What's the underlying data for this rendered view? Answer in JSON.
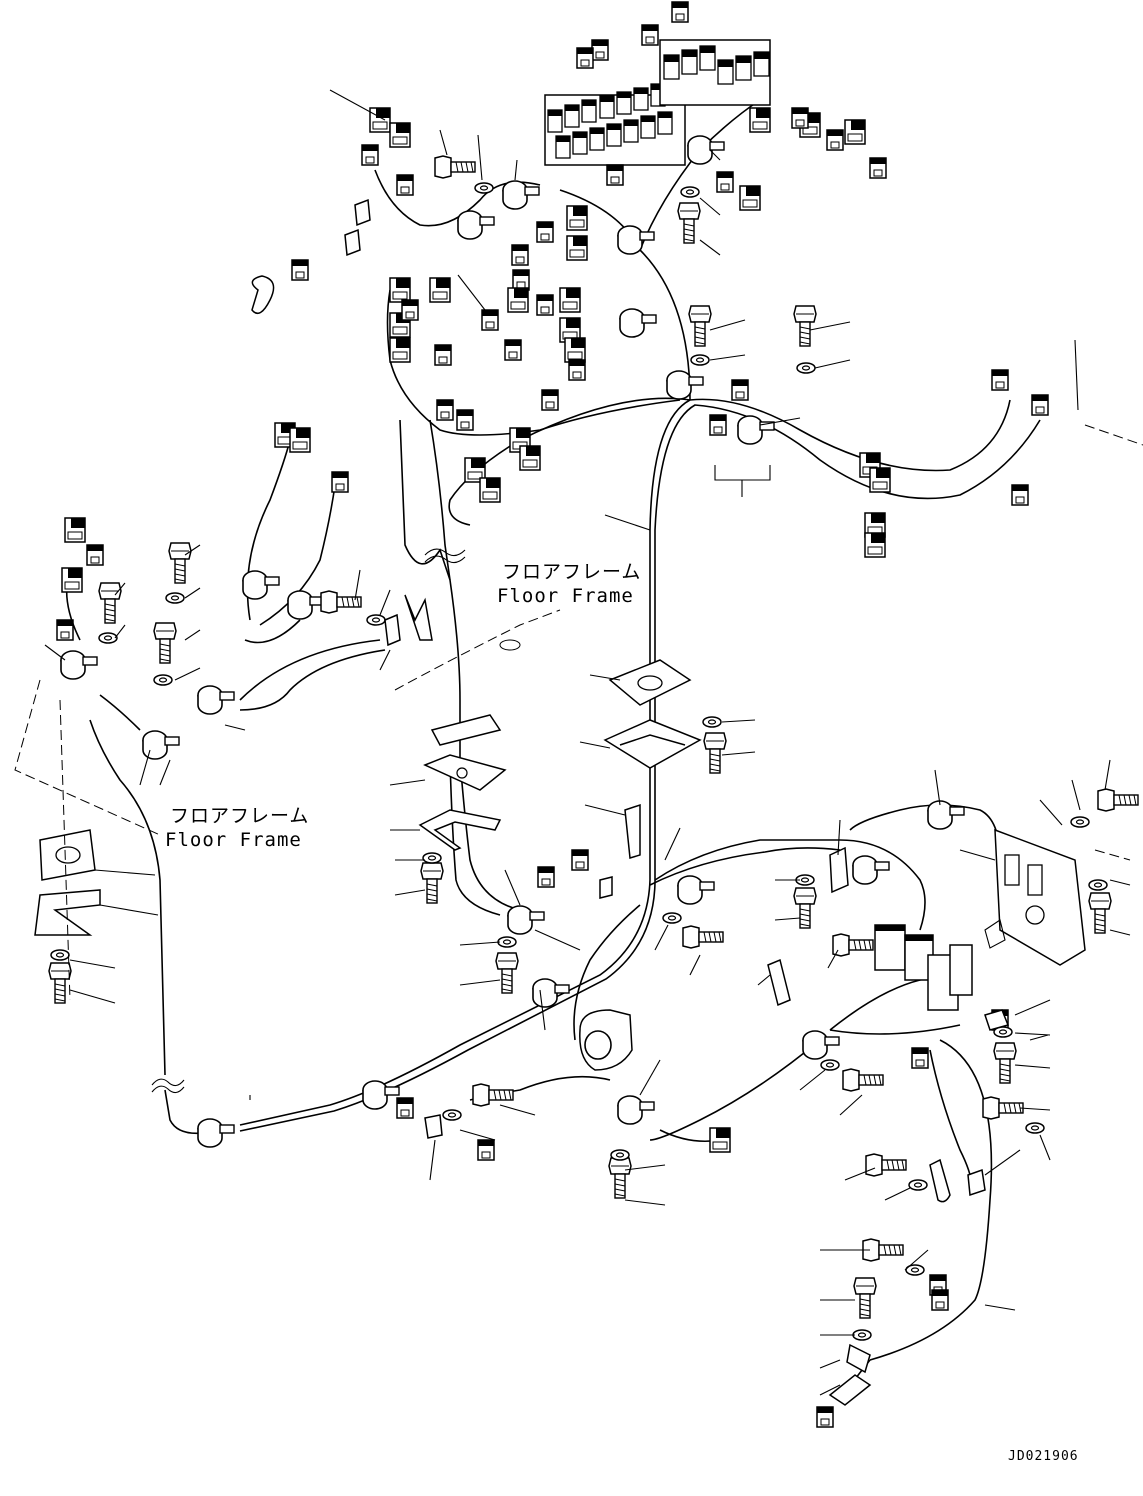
{
  "labels": {
    "floor_frame_right_jp": "フロアフレーム",
    "floor_frame_right_en": "Floor Frame",
    "floor_frame_left_jp": "フロアフレーム",
    "floor_frame_left_en": "Floor Frame",
    "drawing_code": "JD021906"
  }
}
